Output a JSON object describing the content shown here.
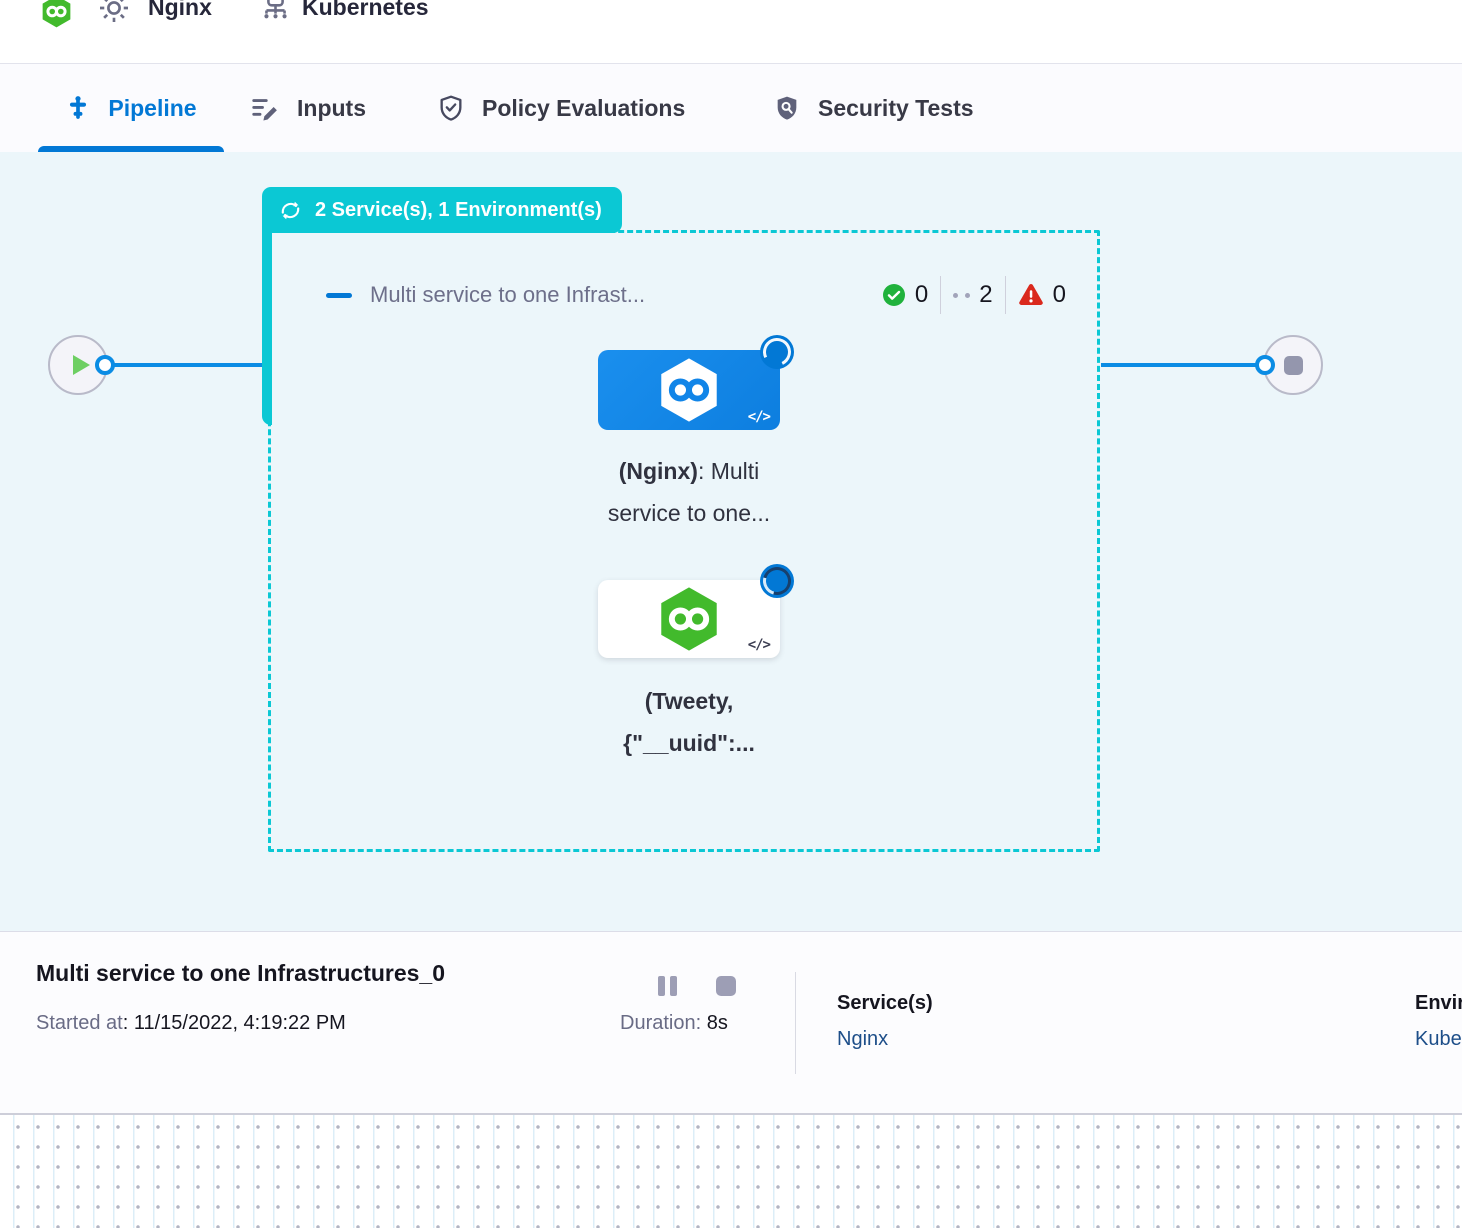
{
  "header": {
    "service_name": "Nginx",
    "environment_name": "Kubernetes"
  },
  "tabs": {
    "pipeline": "Pipeline",
    "inputs": "Inputs",
    "policy": "Policy Evaluations",
    "security": "Security Tests"
  },
  "canvas": {
    "group_badge_label": "2 Service(s), 1 Environment(s)",
    "stage_group": {
      "title": "Multi service to one Infrast...",
      "counts": {
        "success": "0",
        "running": "2",
        "failed": "0"
      }
    },
    "nodes": [
      {
        "code_glyph": "</>",
        "label_bold": "(Nginx)",
        "label_regular": ": Multi",
        "label_line2": "service to one..."
      },
      {
        "code_glyph": "</>",
        "label_line1": "(Tweety,",
        "label_line2": "{\"__uuid\":..."
      }
    ]
  },
  "footer": {
    "title": "Multi service to one Infrastructures_0",
    "started_label": "Started at",
    "started_value": ": 11/15/2022, 4:19:22 PM",
    "duration_label": "Duration:",
    "duration_value": "8s",
    "services_label": "Service(s)",
    "services_value": "Nginx",
    "environments_label": "Environment(s)",
    "environments_value": "Kubernetes"
  },
  "icons": {
    "harness_logo": "hexagon-infinity",
    "gear": "settings-gear",
    "environment": "env-rack",
    "pipeline_tab": "pipeline-valve",
    "inputs_tab": "lines-pencil",
    "policy_tab": "shield-check-outline",
    "security_tab": "shield-magnifier",
    "loop": "loop-arrows",
    "collapse": "minus-bar",
    "success": "check-circle",
    "running": "two-dots",
    "failed": "warning-triangle",
    "start": "play-triangle",
    "end": "stop-square",
    "code": "code-brackets"
  },
  "colors": {
    "accent_blue": "#0278d5",
    "teal": "#0bc8d4",
    "canvas_bg": "#ecf6fa",
    "node_blue": "#1185e8",
    "harness_green": "#42ba2c",
    "success_green": "#20b23c",
    "danger_red": "#da291d",
    "link_blue": "#1d4e89",
    "muted_gray": "#9496ad"
  }
}
